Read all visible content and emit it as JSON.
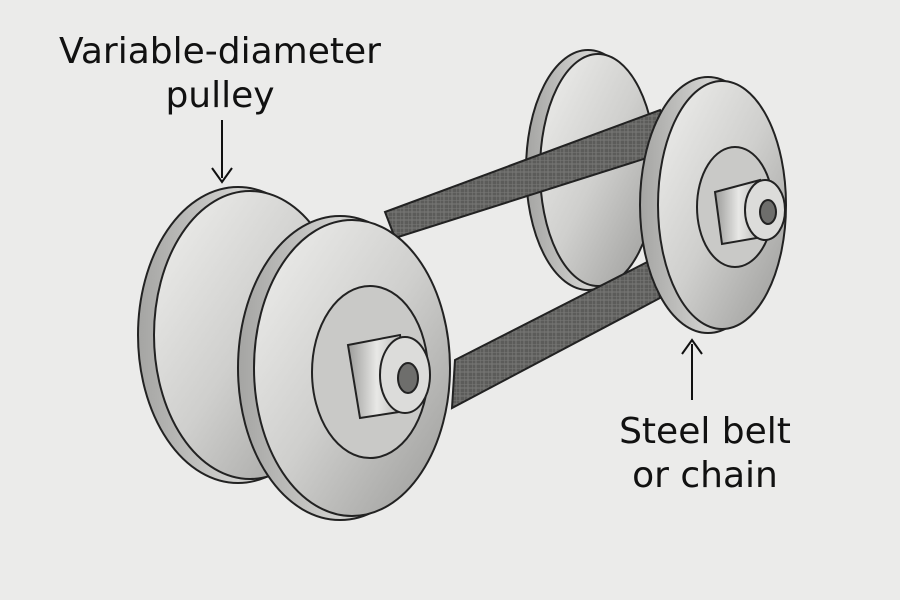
{
  "labels": {
    "pulley": {
      "line1": "Variable-diameter",
      "line2": "pulley"
    },
    "belt": {
      "line1": "Steel belt",
      "line2": "or chain"
    }
  },
  "colors": {
    "background": "#ebebea",
    "metal_light": "#e6e6e4",
    "metal_mid": "#b8b8b6",
    "metal_dark": "#8e8e8c",
    "belt": "#5a5a58",
    "outline": "#222222"
  }
}
